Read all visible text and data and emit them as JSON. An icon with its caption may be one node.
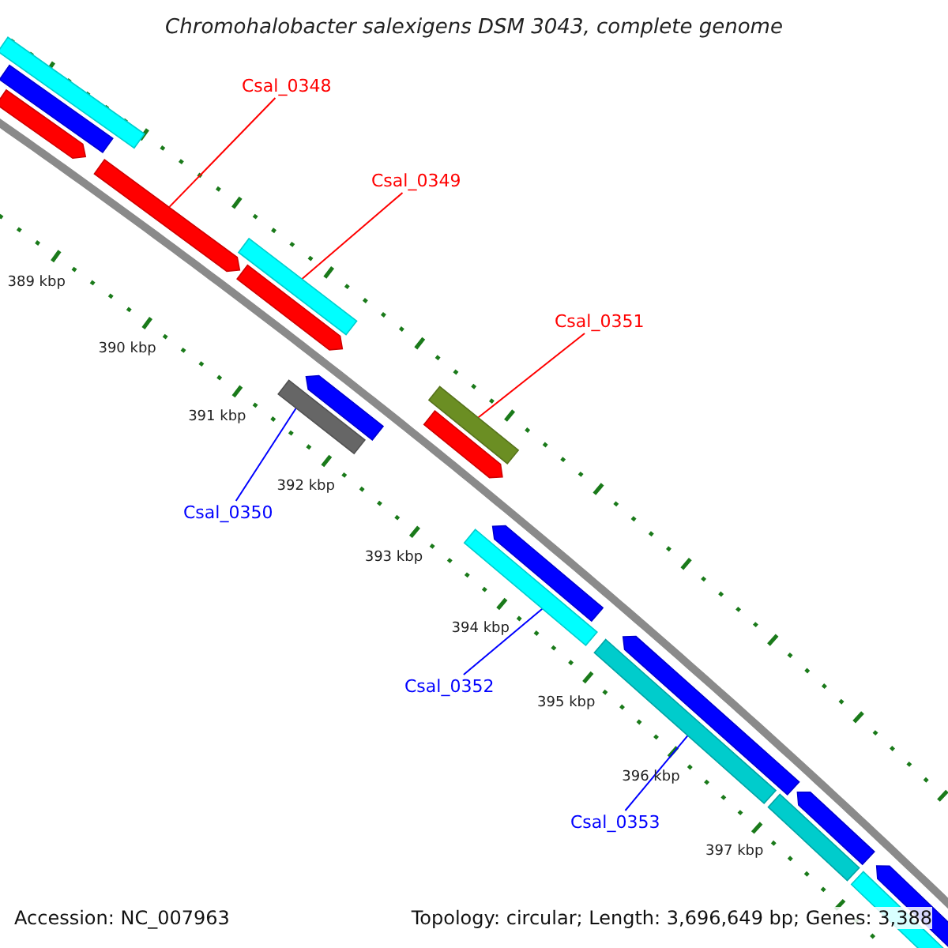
{
  "diagram": {
    "title": "Chromohalobacter salexigens DSM 3043, complete genome",
    "nodes": [
      {
        "text": [],
        "shape": "arrow"
      },
      {
        "text": [],
        "shape": "bar"
      },
      {
        "text": [],
        "shape": "bar"
      },
      {
        "text": [
          "Csal_0348"
        ]
      },
      {
        "text": [],
        "shape": "arrow"
      },
      {
        "text": [
          "Csal_0349"
        ]
      },
      {
        "text": [],
        "shape": "bar"
      },
      {
        "text": [],
        "shape": "arrow"
      },
      {
        "text": [
          "Csal_0350"
        ]
      },
      {
        "text": [],
        "shape": "bar"
      },
      {
        "text": [],
        "shape": "arrow"
      },
      {
        "text": [
          "Csal_0351"
        ]
      },
      {
        "text": [],
        "shape": "bar"
      },
      {
        "text": [],
        "shape": "arrow"
      },
      {
        "text": [
          "Csal_0352"
        ]
      },
      {
        "text": [],
        "shape": "bar"
      },
      {
        "text": [],
        "shape": "arrow"
      },
      {
        "text": [
          "Csal_0353"
        ]
      },
      {
        "text": [],
        "shape": "bar"
      },
      {
        "text": [],
        "shape": "arrow"
      },
      {
        "text": [],
        "shape": "bar"
      },
      {
        "text": [],
        "shape": "arrow"
      },
      {
        "text": [],
        "shape": "arrow"
      },
      {
        "text": [],
        "shape": "bar"
      }
    ],
    "edges": [
      {
        "from": 3,
        "to": 4,
        "arrow": "none",
        "color": "#ff0000"
      },
      {
        "from": 5,
        "to": 6,
        "arrow": "none",
        "color": "#ff0000"
      },
      {
        "from": 8,
        "to": 9,
        "arrow": "none",
        "color": "#0000ff"
      },
      {
        "from": 11,
        "to": 12,
        "arrow": "none",
        "color": "#ff0000"
      },
      {
        "from": 14,
        "to": 15,
        "arrow": "none",
        "color": "#0000ff"
      },
      {
        "from": 17,
        "to": 18,
        "arrow": "none",
        "color": "#0000ff"
      }
    ],
    "labels": [
      "389 kbp",
      "390 kbp",
      "391 kbp",
      "392 kbp",
      "393 kbp",
      "394 kbp",
      "395 kbp",
      "396 kbp",
      "397 kbp",
      "Accession: NC_007963",
      "Topology: circular; Length: 3,696,649 bp; Genes: 3,388"
    ]
  }
}
